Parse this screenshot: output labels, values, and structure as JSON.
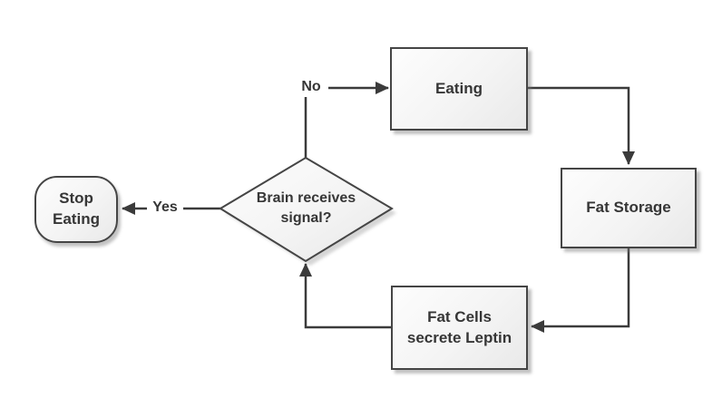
{
  "flowchart": {
    "nodes": {
      "eating": {
        "label": "Eating",
        "shape": "process"
      },
      "fat_storage": {
        "label": "Fat Storage",
        "shape": "process"
      },
      "fat_cells": {
        "label": "Fat Cells secrete Leptin",
        "shape": "process"
      },
      "brain_decision": {
        "label": "Brain receives signal?",
        "shape": "decision"
      },
      "stop_eating": {
        "label": "Stop Eating",
        "shape": "terminator"
      }
    },
    "edges": {
      "no_label": "No",
      "yes_label": "Yes",
      "connections": [
        {
          "from": "brain_decision",
          "to": "eating",
          "label": "No"
        },
        {
          "from": "eating",
          "to": "fat_storage",
          "label": ""
        },
        {
          "from": "fat_storage",
          "to": "fat_cells",
          "label": ""
        },
        {
          "from": "fat_cells",
          "to": "brain_decision",
          "label": ""
        },
        {
          "from": "brain_decision",
          "to": "stop_eating",
          "label": "Yes"
        }
      ]
    },
    "colors": {
      "background": "#ffffff",
      "node_border": "#454545",
      "node_fill_light": "#fdfdfd",
      "node_fill_dark": "#e9e9e9",
      "connector": "#3b3b3b",
      "text": "#363636",
      "shadow": "#b4b4b4"
    }
  }
}
